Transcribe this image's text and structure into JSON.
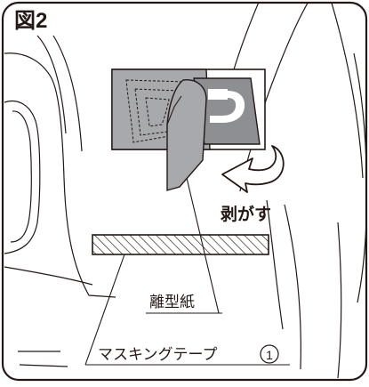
{
  "figure": {
    "title": "図2",
    "label_peel": "剥がす",
    "label_release_paper": "離型紙",
    "label_masking_tape": "マスキングテープ",
    "marker": "①"
  },
  "colors": {
    "frame_stroke": "#231815",
    "paper_gray": "#a7a9ac",
    "sticker_gray": "#8d8f92",
    "arrow_fill": "#ffffff",
    "background": "#ffffff"
  },
  "icons": {
    "peel_arrow": "curved-arrow-left-icon",
    "sticker_symbol": "u-turn-arrow-icon"
  }
}
